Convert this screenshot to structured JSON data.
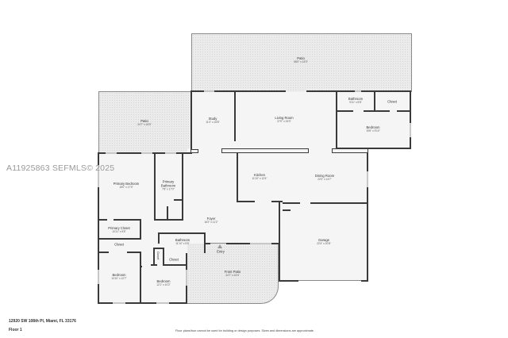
{
  "watermark": "A11925863  SEFMLS© 2025",
  "address": "12920 SW 108th Pl, Miami, FL 33176",
  "floor_label": "Floor 1",
  "disclaimer": "Floor plans/tour cannot be used for building or design purposes. Sizes and dimensions are approximate.",
  "rooms": {
    "patio_rear": {
      "name": "Patio",
      "dims": "58'0\" x 15'3\""
    },
    "patio_left": {
      "name": "Patio",
      "dims": "24'7\" x 18'5\""
    },
    "study": {
      "name": "Study",
      "dims": "11'3\" x 16'8\""
    },
    "living_room": {
      "name": "Living Room",
      "dims": "27'0\" x 15'3\""
    },
    "bathroom_ne": {
      "name": "Bathroom",
      "dims": "9'11\" x 5'8\""
    },
    "closet_ne": {
      "name": "Closet",
      "dims": ""
    },
    "bedroom_ne": {
      "name": "Bedroom",
      "dims": "19'6\" x 9'10\""
    },
    "primary_bedroom": {
      "name": "Primary Bedroom",
      "dims": "15'0\" x 17'0\""
    },
    "primary_bathroom": {
      "name": "Primary Bathroom",
      "dims": "7'8\" x 17'0\""
    },
    "kitchen": {
      "name": "Kitchen",
      "dims": "11'10\" x 12'4\""
    },
    "dining_room": {
      "name": "Dining Room",
      "dims": "22'0\" x 14'7\""
    },
    "foyer": {
      "name": "Foyer",
      "dims": "16'2\" x 11'2\""
    },
    "primary_closet": {
      "name": "Primary Closet",
      "dims": "10'11\" x 5'8\""
    },
    "closet_w": {
      "name": "Closet",
      "dims": ""
    },
    "bathroom_c": {
      "name": "Bathroom",
      "dims": "11'10\" x 5'5\""
    },
    "closet_small": {
      "name": "Closet",
      "dims": ""
    },
    "closet_c": {
      "name": "Closet",
      "dims": ""
    },
    "garage": {
      "name": "Garage",
      "dims": "22'4\" x 20'8\""
    },
    "entry": {
      "name": "Entry",
      "dims": ""
    },
    "front_patio": {
      "name": "Front Patio",
      "dims": "24'7\" x 15'4\""
    },
    "bedroom_sw": {
      "name": "Bedroom",
      "dims": "10'10\" x 12'7\""
    },
    "bedroom_s": {
      "name": "Bedroom",
      "dims": "12'1\" x 10'2\""
    }
  },
  "colors": {
    "wall": "#3a3a3a",
    "room_fill": "#f5f5f5",
    "patio_fill": "#ebebeb",
    "watermark": "#9a9a9a"
  }
}
